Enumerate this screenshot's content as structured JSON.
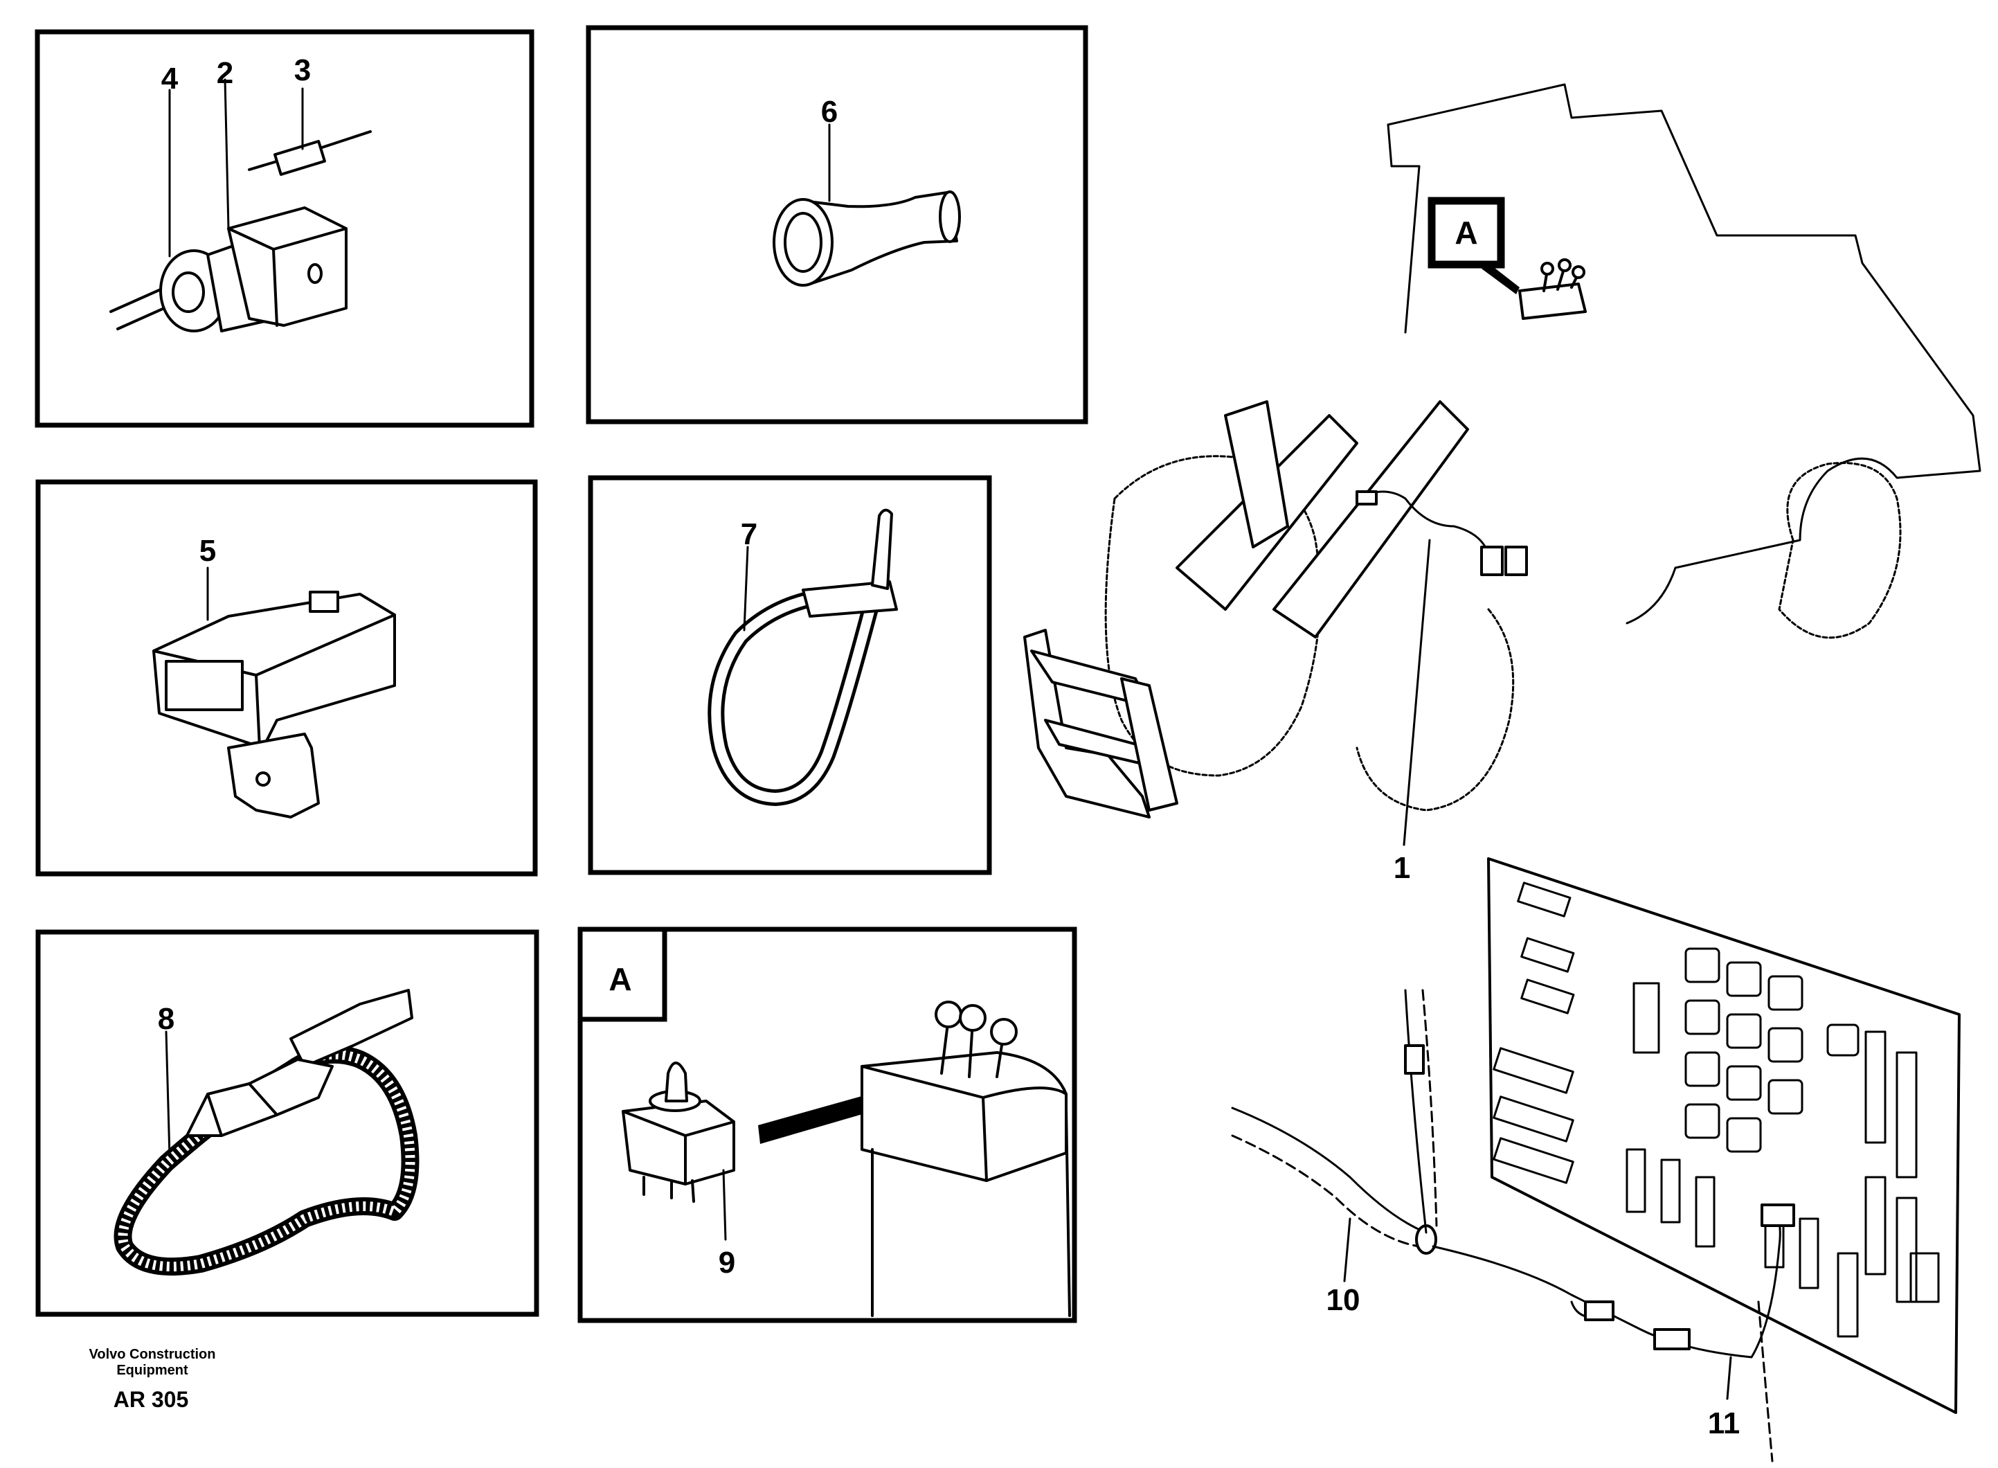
{
  "panels": {
    "p1": {
      "callouts": [
        "4",
        "2",
        "3"
      ]
    },
    "p2": {
      "callouts": [
        "6"
      ]
    },
    "p3": {
      "callouts": [
        "5"
      ]
    },
    "p4": {
      "callouts": [
        "7"
      ]
    },
    "p5": {
      "callouts": [
        "8"
      ]
    },
    "p6": {
      "tag": "A",
      "callouts": [
        "9"
      ]
    }
  },
  "main": {
    "detail_tag": "A",
    "callouts": [
      "1",
      "10",
      "11"
    ]
  },
  "footer": {
    "line1": "Volvo Construction",
    "line2": "Equipment",
    "code": "AR 305"
  }
}
